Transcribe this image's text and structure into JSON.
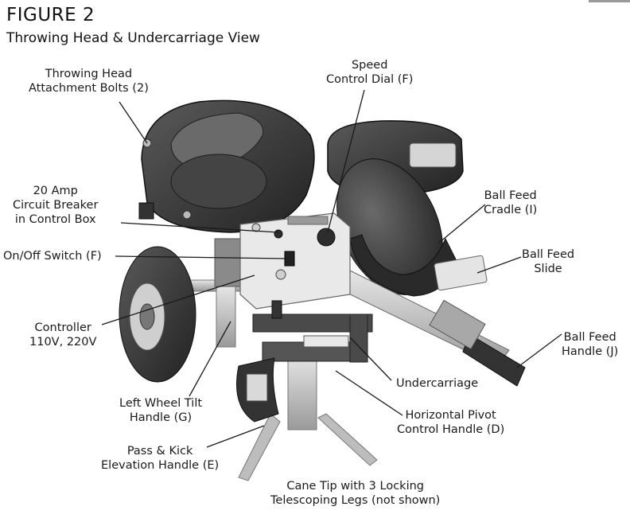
{
  "figure": {
    "title": "FIGURE 2",
    "subtitle": "Throwing Head & Undercarriage View"
  },
  "labels": {
    "attachment_bolts": [
      "Throwing Head",
      "Attachment Bolts (2)"
    ],
    "speed_dial": [
      "Speed",
      "Control Dial (F)"
    ],
    "circuit_breaker": [
      "20 Amp",
      "Circuit Breaker",
      "in Control Box"
    ],
    "onoff_switch": [
      "On/Off Switch (F)"
    ],
    "feed_cradle": [
      "Ball Feed",
      "Cradle (I)"
    ],
    "feed_slide": [
      "Ball Feed",
      "Slide"
    ],
    "controller": [
      "Controller",
      "110V, 220V"
    ],
    "feed_handle": [
      "Ball Feed",
      "Handle (J)"
    ],
    "undercarriage": [
      "Undercarriage"
    ],
    "wheel_tilt": [
      "Left Wheel Tilt",
      "Handle (G)"
    ],
    "pivot_handle": [
      "Horizontal Pivot",
      "Control Handle (D)"
    ],
    "elevation_handle": [
      "Pass & Kick",
      "Elevation Handle (E)"
    ],
    "cane_tip": [
      "Cane Tip with 3 Locking",
      "Telescoping Legs (not shown)"
    ]
  },
  "colors": {
    "machine_dark": "#3a3a3a",
    "machine_mid": "#8c8c8c",
    "machine_light": "#cfcfcf",
    "leader_line": "#1a1a1a"
  }
}
